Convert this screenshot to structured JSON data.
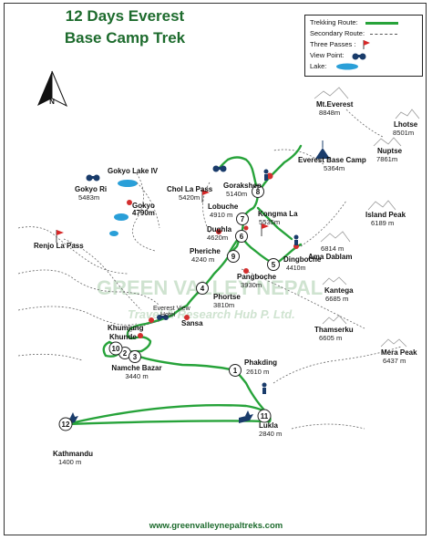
{
  "title": {
    "line1": "12 Days Everest",
    "line2": "Base Camp Trek"
  },
  "north_label": "N",
  "legend": {
    "trekking_route": "Trekking Route:",
    "secondary_route": "Secondary Route:",
    "three_passes": "Three Passes :",
    "view_point": "View Point:",
    "lake": "Lake:"
  },
  "watermark": {
    "line1": "GREEN VALLEY NEPAL",
    "line2": "Travel & Research Hub P. Ltd."
  },
  "colors": {
    "route": "#27a33a",
    "title": "#1d6b2d",
    "pass_flag": "#d62828",
    "lake": "#2a9fd8",
    "stop_marker": "#d32f2f"
  },
  "stops": [
    {
      "num": "1",
      "name": "Phakding",
      "alt": "2610 m"
    },
    {
      "num": "2",
      "name": "Namche Bazar",
      "alt": "3440 m"
    },
    {
      "num": "3",
      "name": "",
      "alt": ""
    },
    {
      "num": "4",
      "name": "Phortse",
      "alt": "3810m"
    },
    {
      "num": "5",
      "name": "Dingboche",
      "alt": "4410m"
    },
    {
      "num": "6",
      "name": "Dughla",
      "alt": "4620m"
    },
    {
      "num": "7",
      "name": "Lobuche",
      "alt": "4910 m"
    },
    {
      "num": "8",
      "name": "Gorakshep",
      "alt": "5140m"
    },
    {
      "num": "9",
      "name": "Pheriche",
      "alt": "4240 m"
    },
    {
      "num": "10",
      "name": "",
      "alt": ""
    },
    {
      "num": "11",
      "name": "Lukla",
      "alt": "2840 m"
    },
    {
      "num": "12",
      "name": "Kathmandu",
      "alt": "1400 m"
    }
  ],
  "places": {
    "gokyo_lake": "Gokyo Lake IV",
    "gokyo_ri": {
      "name": "Gokyo Ri",
      "alt": "5483m"
    },
    "gokyo": {
      "name": "Gokyo",
      "alt": "4790m"
    },
    "chol_la": {
      "name": "Chol La Pass",
      "alt": "5420m"
    },
    "renjo_la": "Renjo La Pass",
    "kongma_la": {
      "name": "Kongma La",
      "alt": "5535m"
    },
    "ebc": {
      "name": "Everest Base Camp",
      "alt": "5364m"
    },
    "pangboche": {
      "name": "Pangboche",
      "alt": "3930m"
    },
    "everest_view_hotel": {
      "line1": "Everest View",
      "line2": "Hotel"
    },
    "khumjung": "Khumjung",
    "khunde": "Khunde",
    "sansa": "Sansa"
  },
  "peaks": [
    {
      "name": "Mt.Everest",
      "alt": "8848m"
    },
    {
      "name": "Lhotse",
      "alt": "8501m"
    },
    {
      "name": "Nuptse",
      "alt": "7861m"
    },
    {
      "name": "Island Peak",
      "alt": "6189 m"
    },
    {
      "name": "6814 m",
      "alt": "Ama Dablam"
    },
    {
      "name": "Kantega",
      "alt": "6685 m"
    },
    {
      "name": "Thamserku",
      "alt": "6605 m"
    },
    {
      "name": "Mera Peak",
      "alt": "6437 m"
    }
  ],
  "footer": "www.greenvalleynepaltreks.com"
}
